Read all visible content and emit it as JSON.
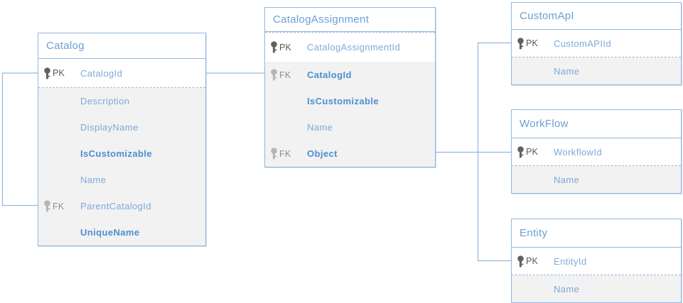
{
  "diagram": {
    "tables": [
      {
        "name": "Catalog",
        "fields": [
          {
            "key": "PK",
            "name": "CatalogId",
            "bold": false
          },
          {
            "key": "",
            "name": "Description",
            "bold": false
          },
          {
            "key": "",
            "name": "DisplayName",
            "bold": false
          },
          {
            "key": "",
            "name": "IsCustomizable",
            "bold": true
          },
          {
            "key": "",
            "name": "Name",
            "bold": false
          },
          {
            "key": "FK",
            "name": "ParentCatalogId",
            "bold": false
          },
          {
            "key": "",
            "name": "UniqueName",
            "bold": true
          }
        ]
      },
      {
        "name": "CatalogAssignment",
        "fields": [
          {
            "key": "PK",
            "name": "CatalogAssignmentId",
            "bold": false
          },
          {
            "key": "FK",
            "name": "CatalogId",
            "bold": true
          },
          {
            "key": "",
            "name": "IsCustomizable",
            "bold": true
          },
          {
            "key": "",
            "name": "Name",
            "bold": false
          },
          {
            "key": "FK",
            "name": "Object",
            "bold": true
          }
        ]
      },
      {
        "name": "CustomApI",
        "fields": [
          {
            "key": "PK",
            "name": "CustomAPIId",
            "bold": false
          },
          {
            "key": "",
            "name": "Name",
            "bold": false
          }
        ]
      },
      {
        "name": "WorkFlow",
        "fields": [
          {
            "key": "PK",
            "name": "WorkflowId",
            "bold": false
          },
          {
            "key": "",
            "name": "Name",
            "bold": false
          }
        ]
      },
      {
        "name": "Entity",
        "fields": [
          {
            "key": "PK",
            "name": "EntityId",
            "bold": false
          },
          {
            "key": "",
            "name": "Name",
            "bold": false
          }
        ]
      }
    ],
    "relationships": [
      {
        "from": "Catalog.ParentCatalogId",
        "to": "Catalog.CatalogId"
      },
      {
        "from": "CatalogAssignment.CatalogId",
        "to": "Catalog.CatalogId"
      },
      {
        "from": "CatalogAssignment.Object",
        "to": "CustomApI.CustomAPIId"
      },
      {
        "from": "CatalogAssignment.Object",
        "to": "WorkFlow.WorkflowId"
      },
      {
        "from": "CatalogAssignment.Object",
        "to": "Entity.EntityId"
      }
    ],
    "colors": {
      "line": "#94b7de",
      "header_text": "#6b9fd6",
      "field_text": "#7fa9da",
      "field_text_bold": "#4e8fd0",
      "pk_gray": "#616161",
      "fk_gray": "#b5b5b5",
      "row_section_bg": "#f2f2f2"
    }
  }
}
